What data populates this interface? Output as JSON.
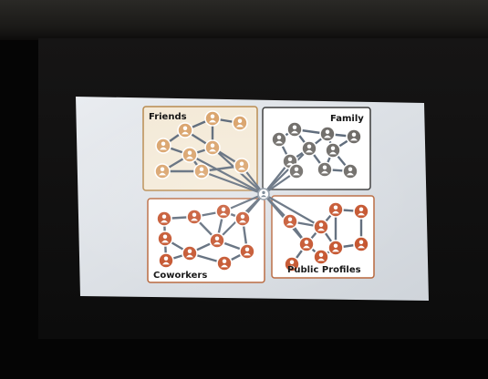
{
  "scene": {
    "description_colors": {
      "room": "#050505",
      "slide_bg": "#dfe3e8",
      "friends_node": "#d9a26a",
      "family_node": "#6d6a66",
      "coworkers_node": "#c4522b",
      "public_node": "#c4522b",
      "edge": "#5b6878",
      "center_node": "#ffffff"
    }
  },
  "slide": {
    "groups": [
      {
        "id": "friends",
        "label": "Friends"
      },
      {
        "id": "family",
        "label": "Family"
      },
      {
        "id": "coworkers",
        "label": "Coworkers"
      },
      {
        "id": "public",
        "label": "Public Profiles"
      }
    ]
  }
}
